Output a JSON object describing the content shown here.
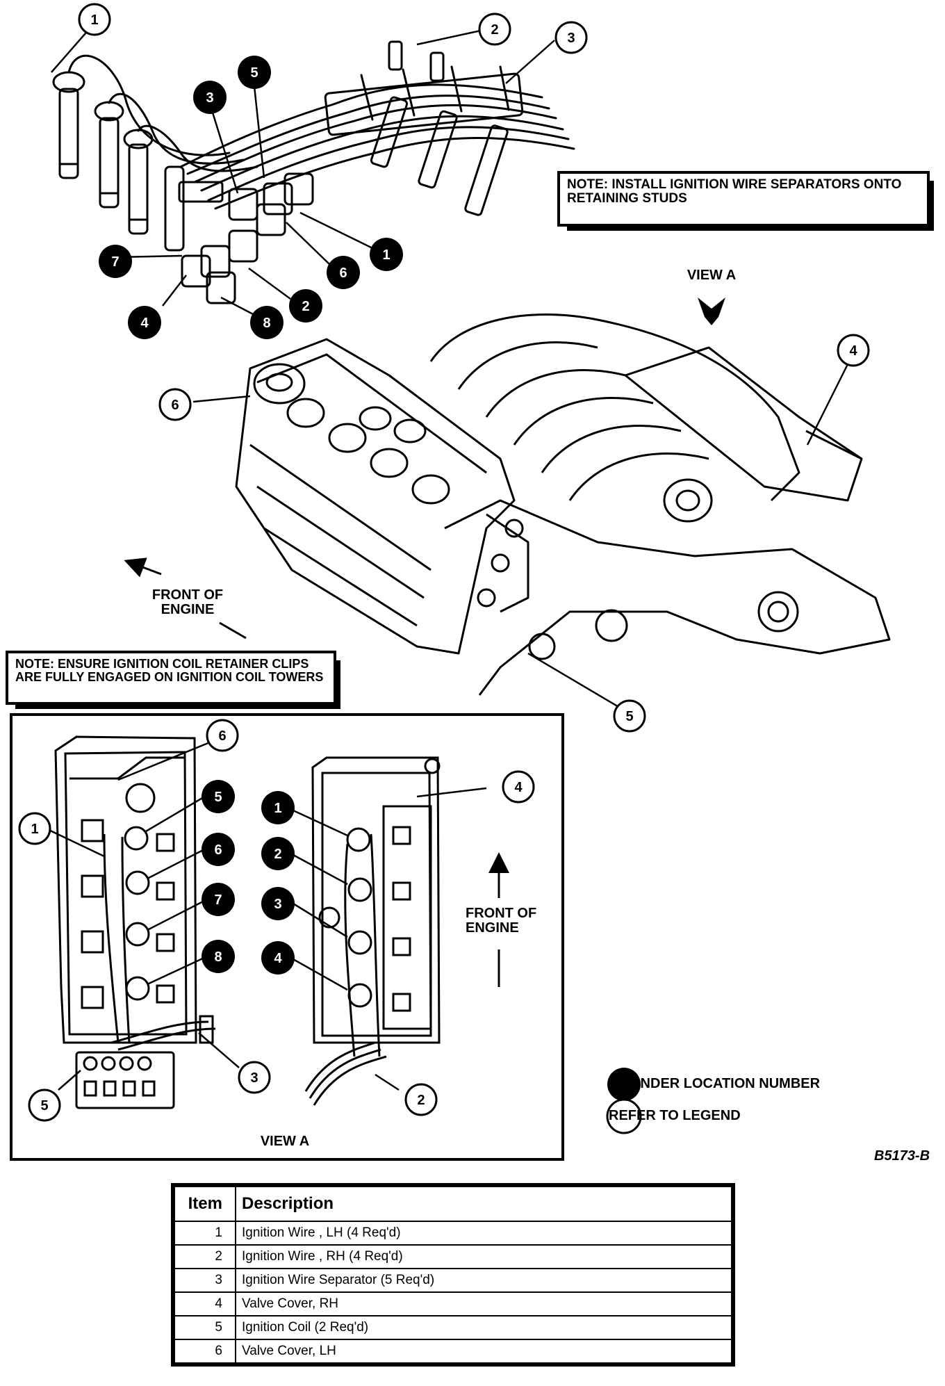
{
  "notes": {
    "top_right": "NOTE: INSTALL IGNITION WIRE SEPARATORS ONTO RETAINING STUDS",
    "left": "NOTE: ENSURE IGNITION COIL RETAINER CLIPS ARE FULLY ENGAGED ON IGNITION COIL TOWERS"
  },
  "labels": {
    "view_a_top": "VIEW A",
    "front_top": "FRONT OF ENGINE",
    "front_inset": "FRONT OF ENGINE",
    "view_a_inset": "VIEW A",
    "figure_id": "B5173-B"
  },
  "legend": {
    "filled": "CYLINDER LOCATION NUMBER",
    "open": "REFER TO LEGEND"
  },
  "callouts": {
    "c1": "1",
    "c2": "2",
    "c3": "3",
    "c4": "4",
    "c5": "5",
    "c6": "6",
    "c7": "7",
    "c8": "8"
  },
  "table": {
    "headers": [
      "Item",
      "Description"
    ],
    "rows": [
      [
        "1",
        "Ignition Wire , LH (4 Req'd)"
      ],
      [
        "2",
        "Ignition Wire , RH (4 Req'd)"
      ],
      [
        "3",
        "Ignition Wire Separator (5 Req'd)"
      ],
      [
        "4",
        "Valve Cover, RH"
      ],
      [
        "5",
        "Ignition Coil (2 Req'd)"
      ],
      [
        "6",
        "Valve Cover, LH"
      ]
    ]
  }
}
